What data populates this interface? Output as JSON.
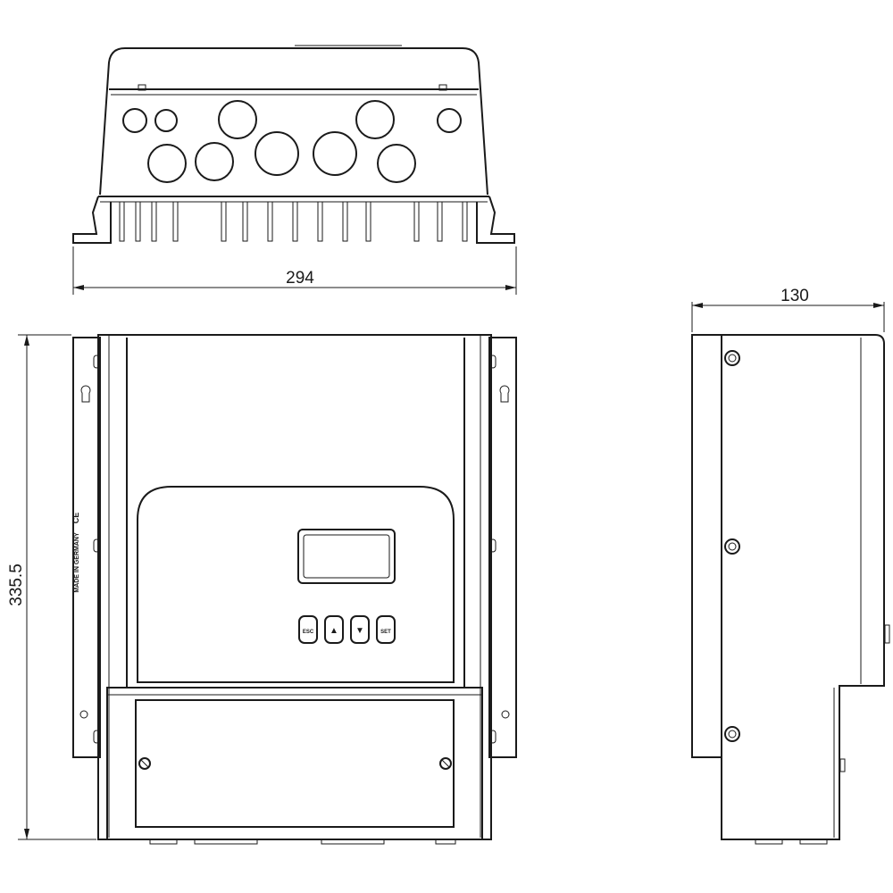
{
  "dimensions": {
    "width": "294",
    "height": "335.5",
    "depth": "130"
  },
  "front_panel": {
    "buttons": [
      "ESC",
      "▲",
      "▼",
      "SET"
    ],
    "side_label": "MADE IN GERMANY",
    "ce_mark": "CE"
  },
  "colors": {
    "line": "#1a1a1a",
    "background": "#ffffff"
  }
}
